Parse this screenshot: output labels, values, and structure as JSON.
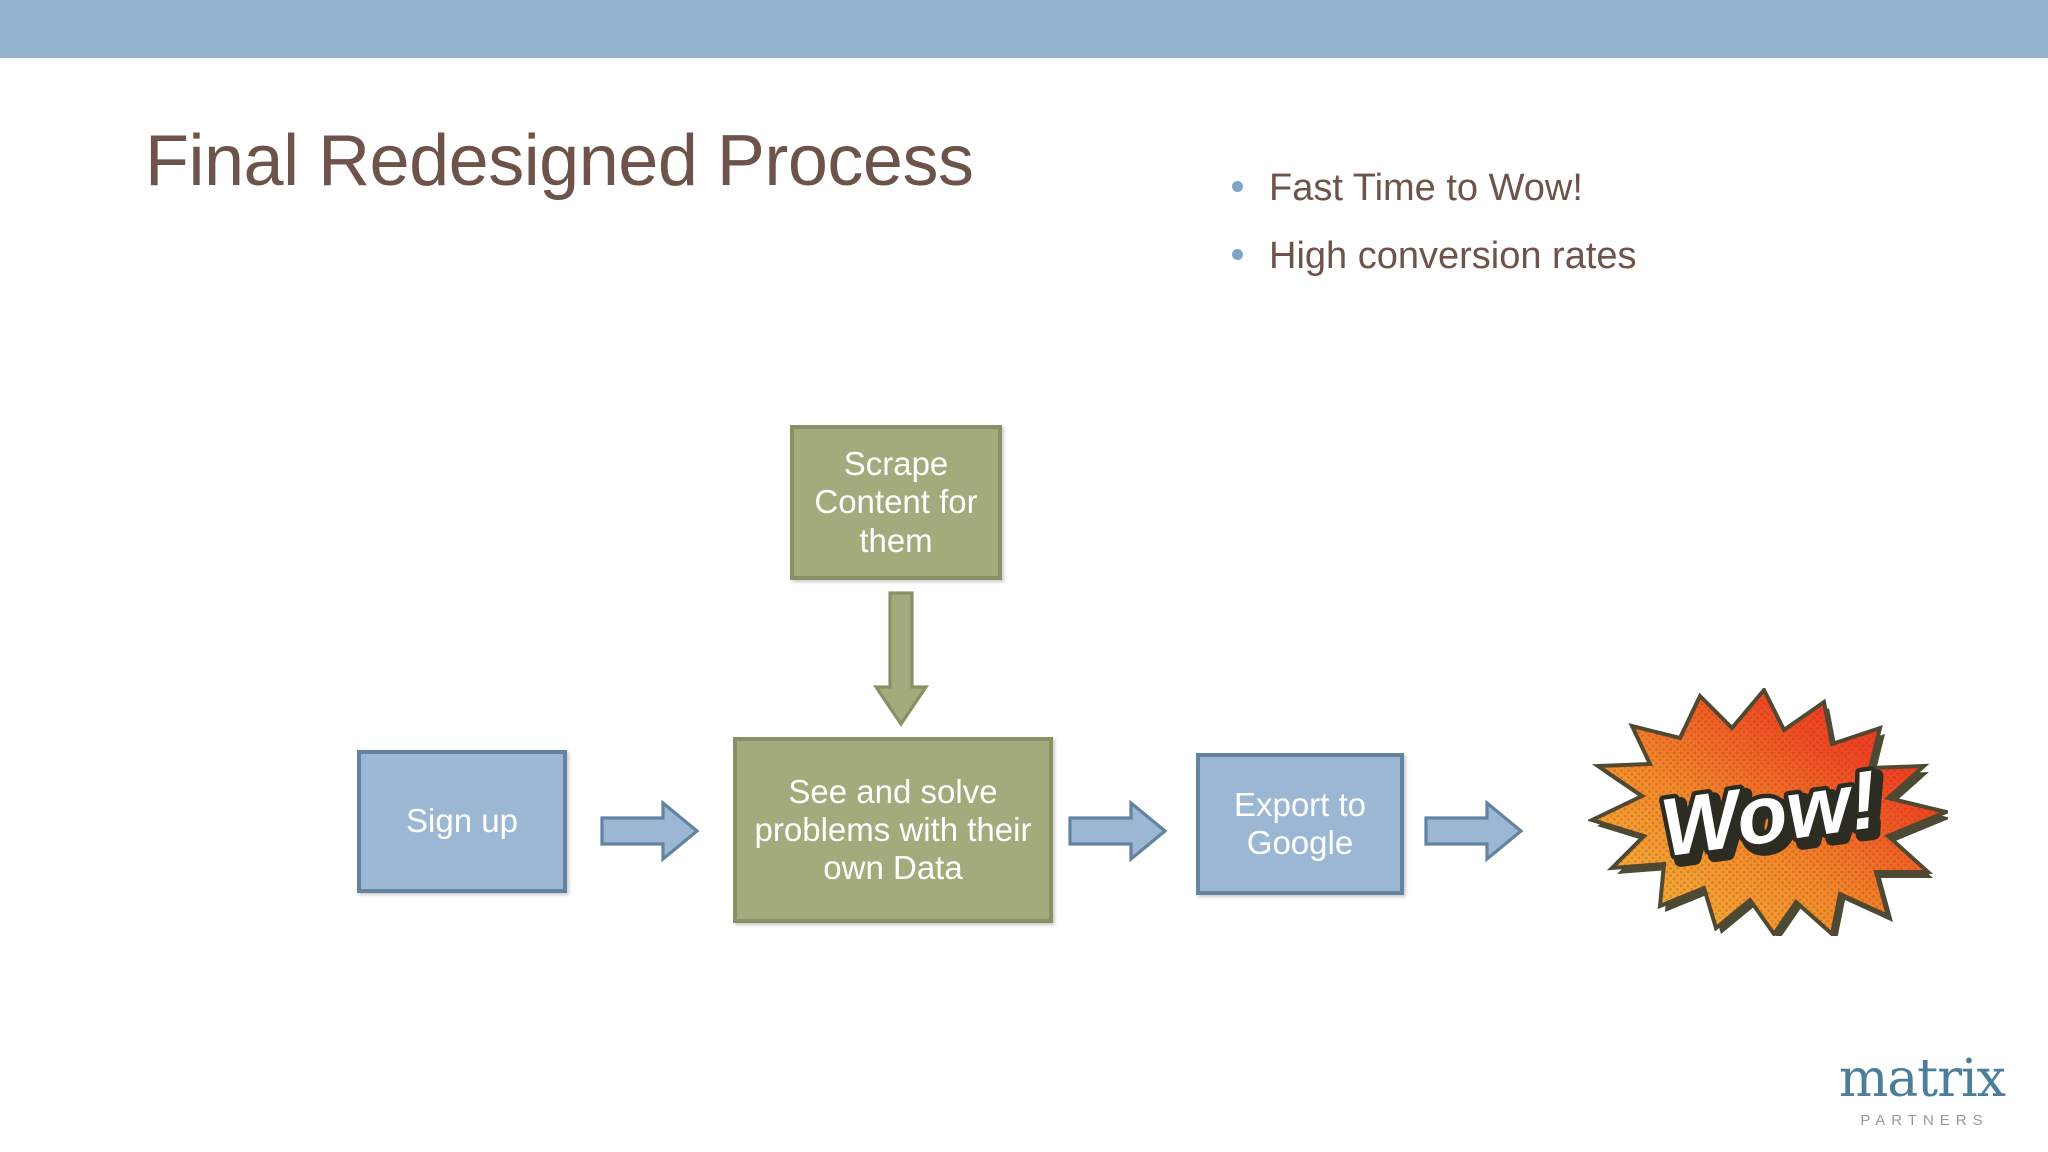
{
  "slide": {
    "title": "Final Redesigned Process",
    "banner_color": "#93b2cd",
    "title_color": "#6d5349",
    "background": "#ffffff"
  },
  "bullets": {
    "dot_color": "#7ea4c6",
    "items": [
      {
        "text": "Fast Time to Wow!"
      },
      {
        "text": "High conversion rates"
      }
    ]
  },
  "diagram": {
    "green_fill": "#a3ab7c",
    "green_border": "#8a9066",
    "blue_fill": "#9bb7d4",
    "blue_border": "#64839e",
    "boxes": [
      {
        "id": "scrape",
        "label": "Scrape Content for them",
        "style": "green"
      },
      {
        "id": "signup",
        "label": "Sign up",
        "style": "blue"
      },
      {
        "id": "solve",
        "label": "See and solve problems with their own Data",
        "style": "green"
      },
      {
        "id": "export",
        "label": "Export to Google",
        "style": "blue"
      }
    ],
    "arrows": [
      {
        "id": "signup-to-solve",
        "direction": "right"
      },
      {
        "id": "solve-to-export",
        "direction": "right"
      },
      {
        "id": "export-to-wow",
        "direction": "right"
      },
      {
        "id": "scrape-to-solve",
        "direction": "down"
      }
    ]
  },
  "wow_graphic": {
    "text": "Wow!",
    "burst_red": "#ec2024",
    "burst_yellow": "#f2c13c",
    "burst_outline": "#4c4a32",
    "text_color": "#ffffff"
  },
  "logo": {
    "word": "matrix",
    "subtitle": "PARTNERS",
    "word_color": "#4a7e9b",
    "subtitle_color": "#9a9a9a"
  }
}
